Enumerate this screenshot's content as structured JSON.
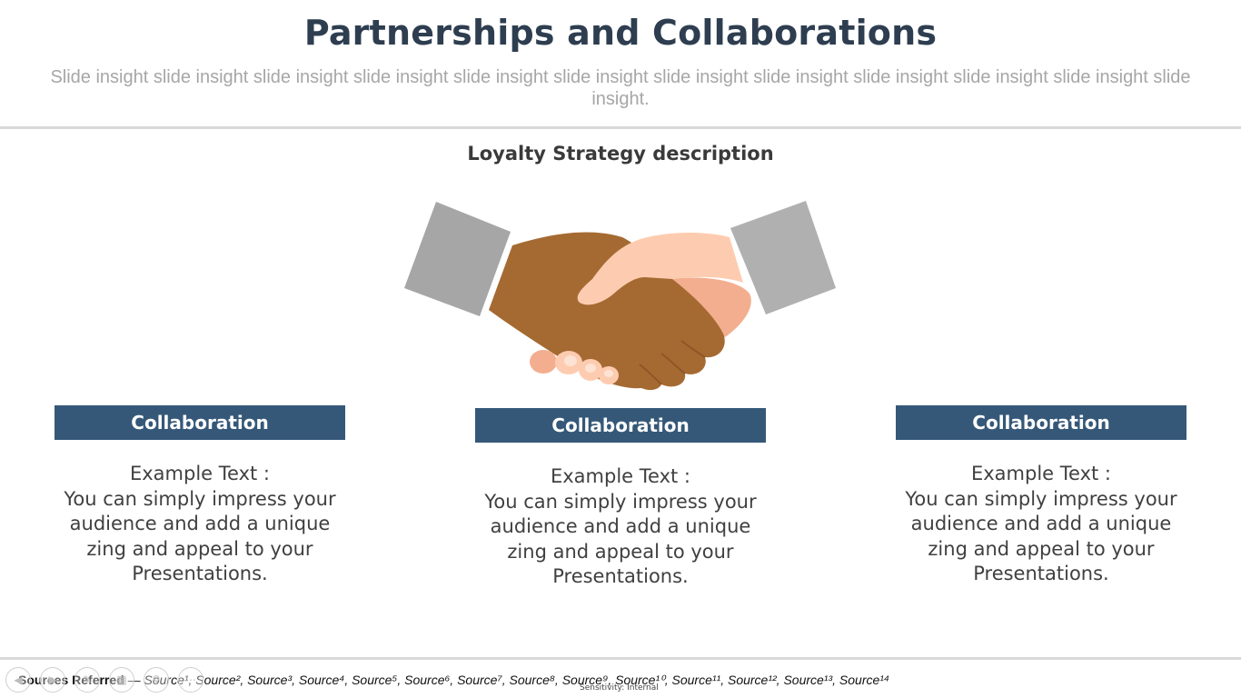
{
  "slide": {
    "title": "Partnerships and Collaborations",
    "subtitle": "Slide insight slide insight slide insight slide insight slide insight slide insight slide insight slide insight slide insight slide insight slide insight slide insight.",
    "section_heading": "Loyalty Strategy description"
  },
  "columns": [
    {
      "header": "Collaboration",
      "lines": [
        "Example Text :",
        "You can simply impress your",
        "audience and add a unique",
        "zing and appeal to your",
        "Presentations."
      ]
    },
    {
      "header": "Collaboration",
      "lines": [
        "Example Text :",
        "You can simply impress your",
        "audience and add a unique",
        "zing and appeal to your",
        "Presentations."
      ]
    },
    {
      "header": "Collaboration",
      "lines": [
        "Example Text :",
        "You can simply impress your",
        "audience and add a unique",
        "zing and appeal to your",
        "Presentations."
      ]
    }
  ],
  "footer": {
    "sources_lead": "Sources Referred",
    "sources_list": " — Source¹, Source², Source³, Source⁴, Source⁵, Source⁶, Source⁷, Source⁸, Source⁹, Source¹⁰, Source¹¹, Source¹², Source¹³, Source¹⁴",
    "sensitivity": "Sensitivity: Internal"
  },
  "icons": {
    "illustration": "handshake-icon",
    "controls": [
      "back-icon",
      "forward-icon",
      "pen-icon",
      "slides-icon",
      "zoom-icon",
      "more-icon"
    ]
  },
  "colors": {
    "title": "#2e3e50",
    "header_bg": "#355878",
    "body_text": "#404040",
    "subtitle": "#a6a6a6",
    "sleeve": "#a6a6a6",
    "dark_hand": "#a56a32",
    "light_hand": "#fdccb0",
    "light_hand_shadow": "#f3ae8f"
  }
}
